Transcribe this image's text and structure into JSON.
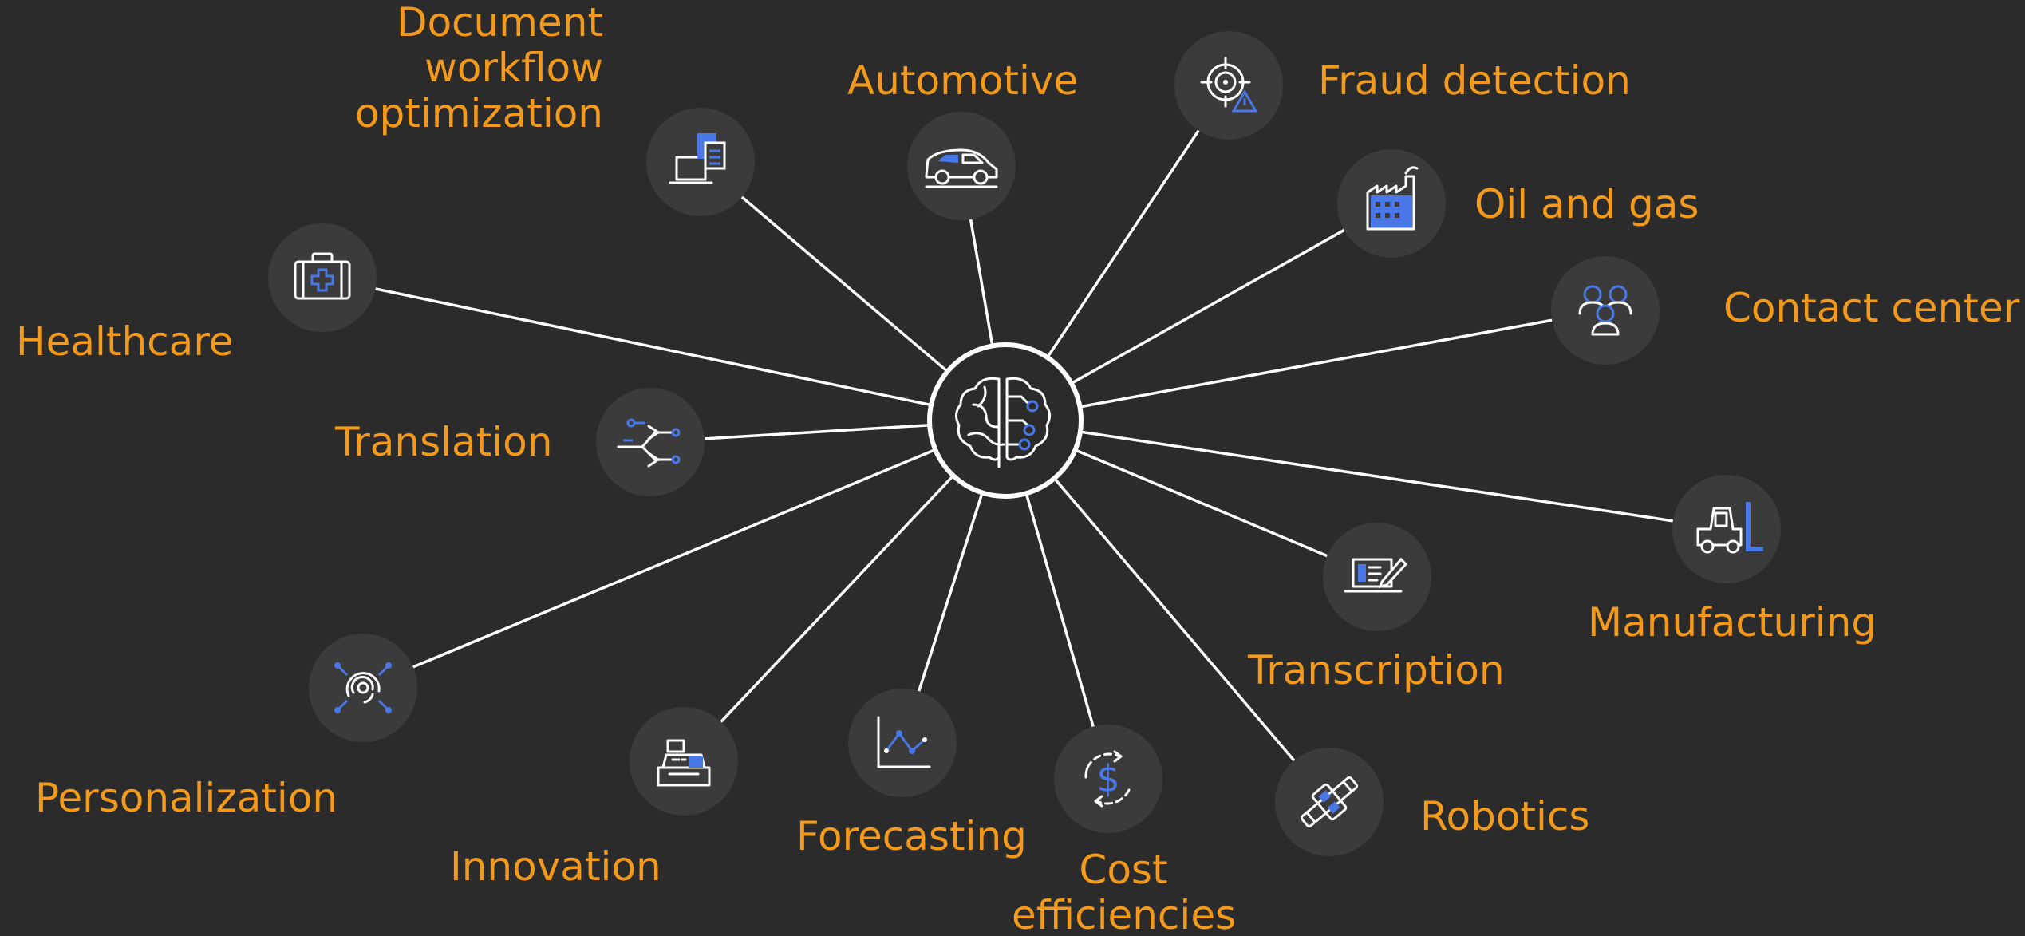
{
  "diagram": {
    "hub": {
      "name": "Machine learning brain",
      "icon": "brain-circuit-icon"
    },
    "nodes": [
      {
        "id": "healthcare",
        "label": "Healthcare",
        "icon": "medical-kit-icon"
      },
      {
        "id": "document-workflow",
        "label": "Document\nworkflow\noptimization",
        "icon": "documents-laptop-icon"
      },
      {
        "id": "automotive",
        "label": "Automotive",
        "icon": "car-icon"
      },
      {
        "id": "fraud-detection",
        "label": "Fraud detection",
        "icon": "target-warning-icon"
      },
      {
        "id": "oil-and-gas",
        "label": "Oil and gas",
        "icon": "factory-icon"
      },
      {
        "id": "contact-center",
        "label": "Contact center",
        "icon": "people-group-icon"
      },
      {
        "id": "translation",
        "label": "Translation",
        "icon": "branching-arrows-icon"
      },
      {
        "id": "manufacturing",
        "label": "Manufacturing",
        "icon": "forklift-icon"
      },
      {
        "id": "transcription",
        "label": "Transcription",
        "icon": "laptop-pen-icon"
      },
      {
        "id": "personalization",
        "label": "Personalization",
        "icon": "fingerprint-icon"
      },
      {
        "id": "innovation",
        "label": "Innovation",
        "icon": "cash-register-icon"
      },
      {
        "id": "forecasting",
        "label": "Forecasting",
        "icon": "line-graph-icon"
      },
      {
        "id": "cost-efficiencies",
        "label": "Cost\nefficiencies",
        "icon": "dollar-cycle-icon"
      },
      {
        "id": "robotics",
        "label": "Robotics",
        "icon": "robot-arm-icon"
      }
    ]
  },
  "colors": {
    "background": "#2b2b2b",
    "node_fill": "#3b3b3b",
    "line": "#ffffff",
    "label": "#f39a1c",
    "accent": "#4a77e6",
    "icon_stroke": "#ffffff"
  }
}
